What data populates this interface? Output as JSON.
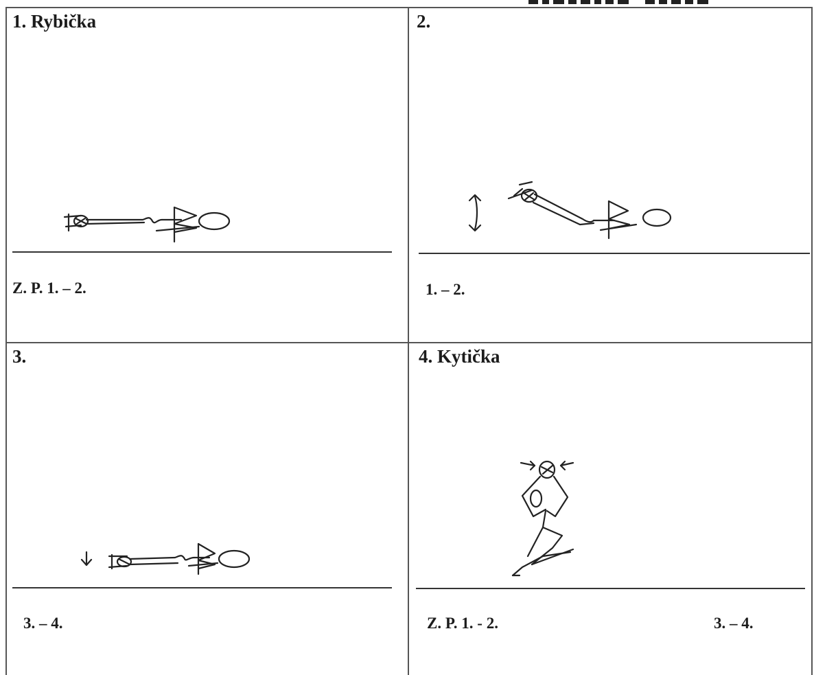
{
  "panels": [
    {
      "title": "1. Rybička",
      "captions": [
        "Z. P. 1. – 2."
      ]
    },
    {
      "title": "2.",
      "captions": [
        "1. – 2."
      ]
    },
    {
      "title": "3.",
      "captions": [
        "3. – 4."
      ]
    },
    {
      "title": "4.  Kytička",
      "captions": [
        "Z. P. 1. - 2.",
        "3. – 4."
      ]
    }
  ],
  "icons": {
    "panel1": "lying-figure-sketch",
    "panel2": "raised-figure-sketch",
    "panel3": "lying-figure-sketch",
    "panel4": "sitting-figure-sketch",
    "up_down_arrow": "up-down-arrow-icon",
    "down_arrow": "down-arrow-icon"
  }
}
